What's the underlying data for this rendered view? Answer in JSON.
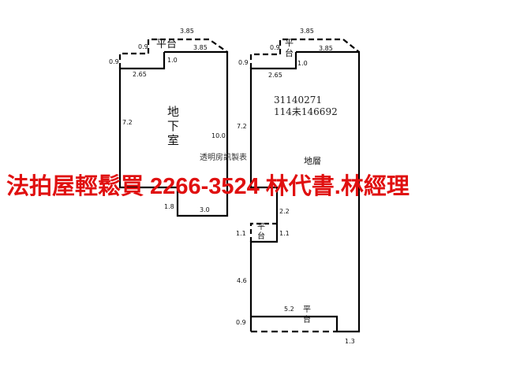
{
  "plan_left": {
    "room_label": "地下室",
    "balcony_label": "平台",
    "dims": [
      "3.85",
      "0.9",
      "3.85",
      "0.9",
      "1.0",
      "2.65",
      "7.2",
      "10.0",
      "1.8",
      "3.0"
    ]
  },
  "plan_right": {
    "room_label": "地層",
    "balcony_top": "平台",
    "balcony_side": "平台",
    "balcony_bottom": "平台",
    "code_line1": "31140271",
    "code_line2": "114未146692",
    "dims": [
      "3.85",
      "0.9",
      "3.85",
      "0.9",
      "1.0",
      "2.65",
      "7.2",
      "2.2",
      "1.1",
      "1.1",
      "4.6",
      "5.2",
      "0.9",
      "1.3"
    ]
  },
  "watermark_note": "透明房訊製表",
  "ad_text": "法拍屋輕鬆買  2266-3524  林代書.林經理",
  "colors": {
    "ad": "#e01010",
    "lines": "#000000"
  }
}
